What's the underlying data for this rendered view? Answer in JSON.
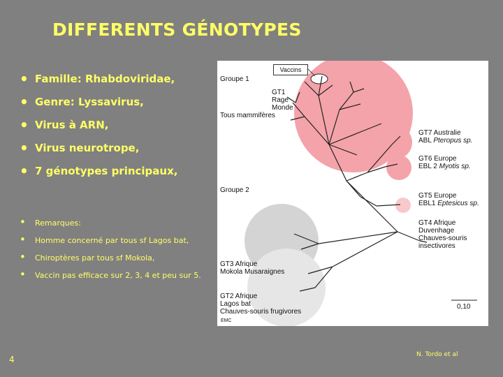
{
  "title": "DIFFERENTS GÉNOTYPES",
  "bullets": [
    "Famille: Rhabdoviridae,",
    "Genre: Lyssavirus,",
    "Virus à ARN,",
    "Virus neurotrope,",
    "7 génotypes principaux,"
  ],
  "remarks": [
    "Remarques:",
    "Homme concerné par tous sf Lagos bat,",
    "Chiroptères par tous sf Mokola,",
    "Vaccin pas efficace sur 2, 3, 4 et peu sur 5."
  ],
  "page_number": "4",
  "credit": "N. Tordo et al",
  "figure": {
    "vaccins": "Vaccins",
    "groupe1": "Groupe 1",
    "groupe2": "Groupe 2",
    "gt1": [
      "GT1",
      "Rage",
      "Monde",
      "Tous mammifères"
    ],
    "gt7": [
      "GT7 Australie",
      "ABL ",
      "Pteropus sp."
    ],
    "gt6": [
      "GT6 Europe",
      "EBL 2 ",
      "Myotis sp."
    ],
    "gt5": [
      "GT5 Europe",
      "EBL1 ",
      "Eptesicus sp."
    ],
    "gt4": [
      "GT4 Afrique",
      "Duvenhage",
      "Chauves-souris",
      "insectivores"
    ],
    "gt3": [
      "GT3 Afrique",
      "Mokola Musaraignes"
    ],
    "gt2": [
      "GT2 Afrique",
      "Lagos bat",
      "Chauves-souris frugivores"
    ],
    "scale": "0,10",
    "stamp": "EMC",
    "colors": {
      "group1": "#f4a3aa",
      "group1_light": "#f8c8cc",
      "group2": "#d4d4d4",
      "group2_light": "#e6e6e6"
    }
  }
}
